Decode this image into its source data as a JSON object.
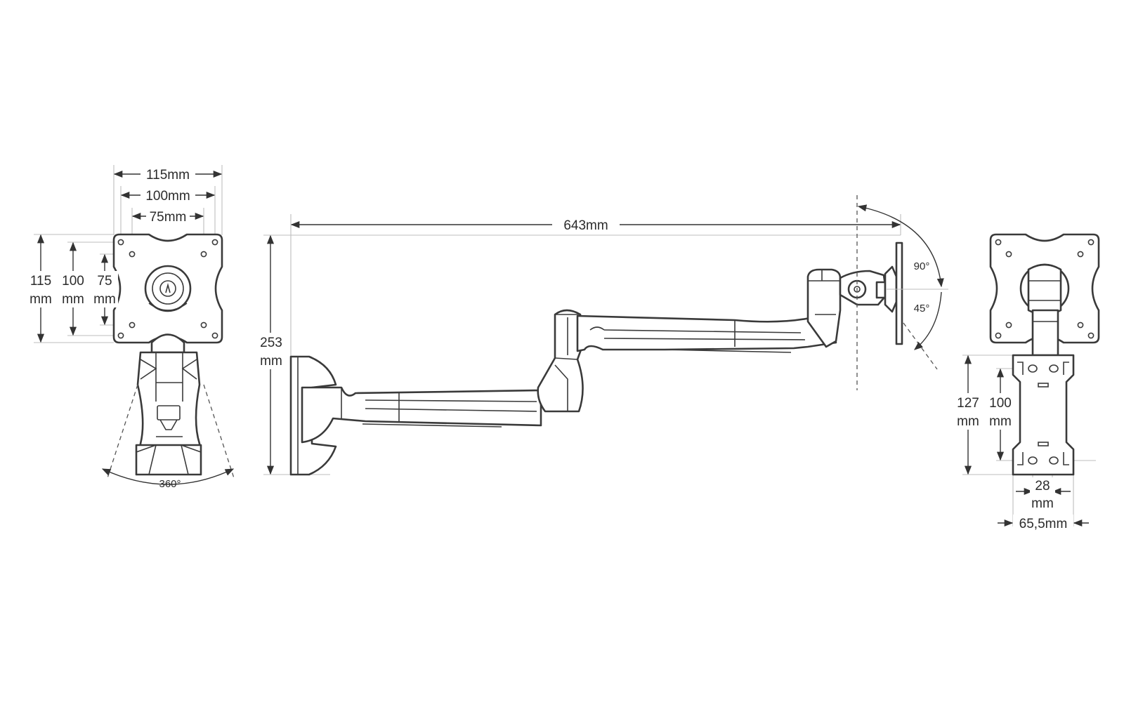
{
  "front_view": {
    "width_outer": "115mm",
    "width_middle": "100mm",
    "width_inner": "75mm",
    "height_outer_value": "115",
    "height_outer_unit": "mm",
    "height_middle_value": "100",
    "height_middle_unit": "mm",
    "height_inner_value": "75",
    "height_inner_unit": "mm",
    "rotation": "360°"
  },
  "side_view": {
    "reach": "643mm",
    "height_value": "253",
    "height_unit": "mm",
    "tilt_up": "90°",
    "tilt_down": "45°"
  },
  "rear_view": {
    "bracket_height_value": "127",
    "bracket_height_unit": "mm",
    "hole_spacing_value": "100",
    "hole_spacing_unit": "mm",
    "hole_offset_value": "28",
    "hole_offset_unit": "mm",
    "bracket_width": "65,5mm"
  },
  "colors": {
    "line": "#3a3a3a",
    "dimension": "#333333",
    "extension": "#bdbdbd"
  }
}
